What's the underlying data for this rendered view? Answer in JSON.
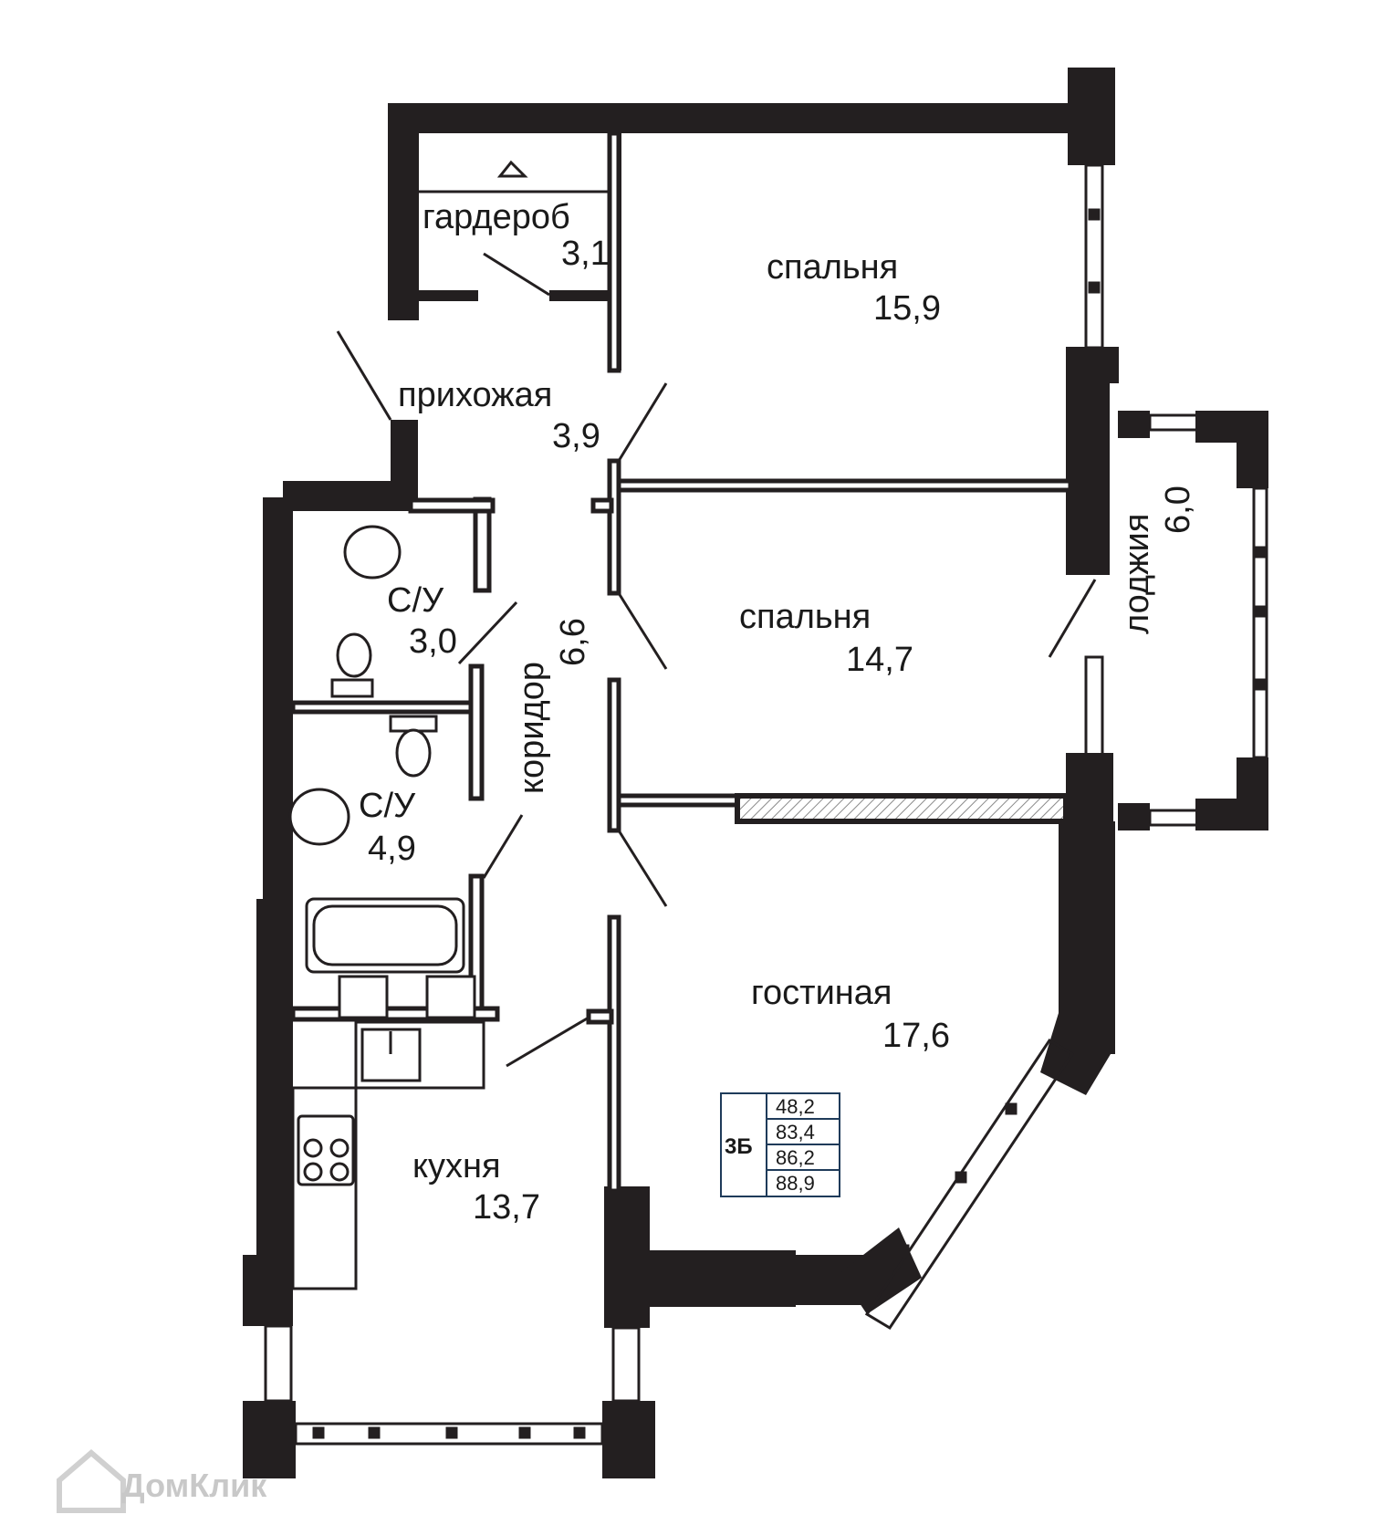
{
  "rooms": {
    "wardrobe": {
      "name": "гардероб",
      "area": "3,1"
    },
    "bedroom1": {
      "name": "спальня",
      "area": "15,9"
    },
    "hall": {
      "name": "прихожая",
      "area": "3,9"
    },
    "bathroom1": {
      "name": "С/У",
      "area": "3,0"
    },
    "corridor": {
      "name": "коридор",
      "area": "6,6"
    },
    "bedroom2": {
      "name": "спальня",
      "area": "14,7"
    },
    "loggia": {
      "name": "лоджия",
      "area": "6,0"
    },
    "bathroom2": {
      "name": "С/У",
      "area": "4,9"
    },
    "living": {
      "name": "гостиная",
      "area": "17,6"
    },
    "kitchen": {
      "name": "кухня",
      "area": "13,7"
    }
  },
  "area_table": {
    "type": "3Б",
    "values": [
      "48,2",
      "83,4",
      "86,2",
      "88,9"
    ]
  },
  "watermark": {
    "text": "ДомКлик"
  },
  "colors": {
    "wall": "#231f20",
    "line": "#231f20",
    "hatch": "#9a9a9a"
  }
}
